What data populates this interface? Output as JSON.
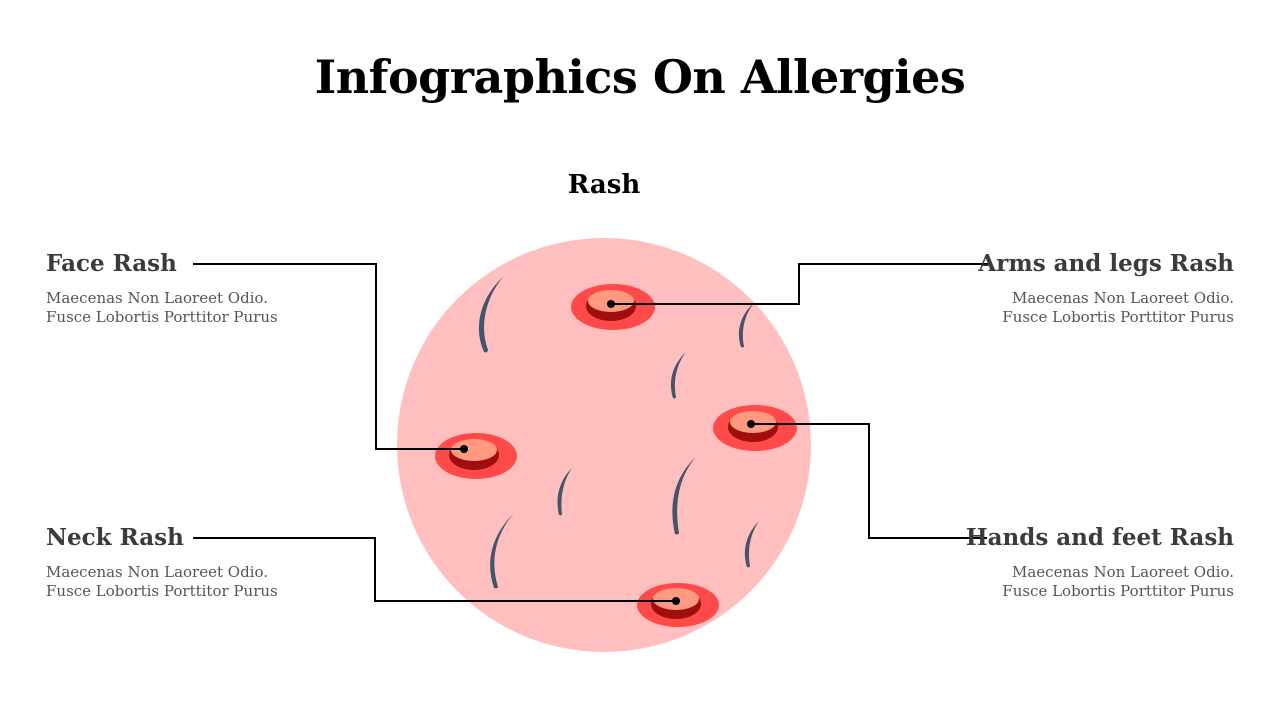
{
  "title": "Infographics On Allergies",
  "subtitle": "Rash",
  "colors": {
    "skin": "#ffbfbf",
    "spot_outer": "#ff4a4a",
    "spot_dark": "#a10e0e",
    "spot_light": "#ff9a80",
    "hair": "#44546a",
    "line": "#000000"
  },
  "labels": {
    "face": {
      "heading": "Face Rash",
      "line1": "Maecenas Non Laoreet Odio.",
      "line2": "Fusce Lobortis Porttitor Purus"
    },
    "neck": {
      "heading": "Neck Rash",
      "line1": "Maecenas Non Laoreet Odio.",
      "line2": "Fusce Lobortis Porttitor Purus"
    },
    "arms": {
      "heading": "Arms and legs Rash",
      "line1": "Maecenas Non Laoreet Odio.",
      "line2": "Fusce Lobortis Porttitor Purus"
    },
    "hands": {
      "heading": "Hands and feet Rash",
      "line1": "Maecenas Non Laoreet Odio.",
      "line2": "Fusce Lobortis Porttitor Purus"
    }
  }
}
